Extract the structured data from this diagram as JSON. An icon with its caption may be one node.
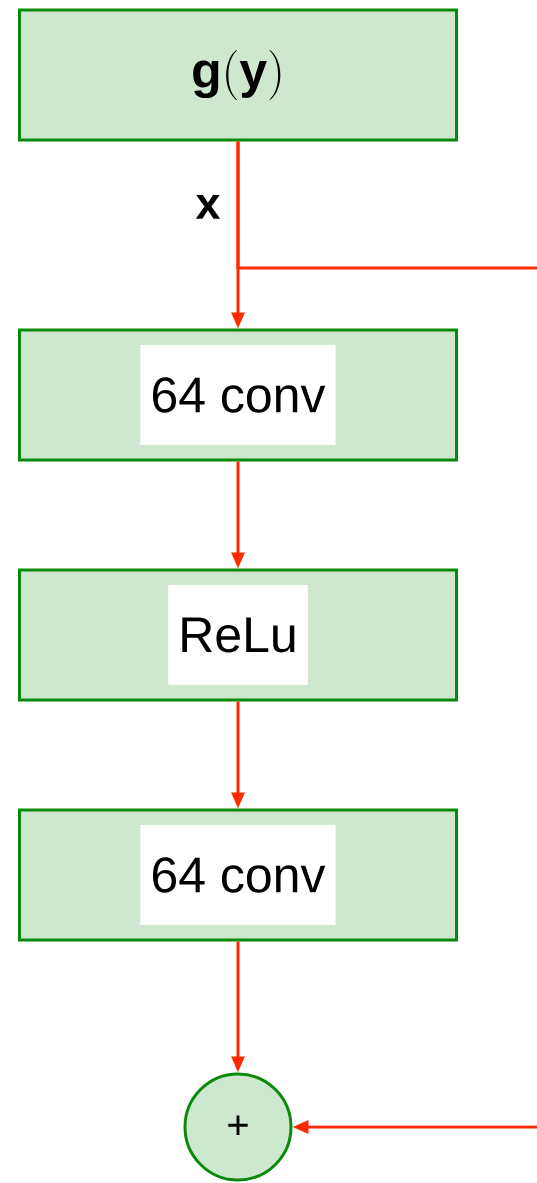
{
  "diagram": {
    "nodes": [
      {
        "text": [
          "\\mathbf{g}(\\mathbf{y})"
        ]
      },
      {
        "text": [
          "64 conv"
        ]
      },
      {
        "text": [
          "ReLu"
        ]
      },
      {
        "text": [
          "64 conv"
        ]
      },
      {
        "text": [
          "+"
        ]
      }
    ],
    "edges": [
      {
        "from": 0,
        "to": 1,
        "arrow": "to",
        "label": "\\mathbf{x}"
      },
      {
        "from": 0,
        "to": null,
        "arrow": "none"
      },
      {
        "from": 1,
        "to": 2,
        "arrow": "to"
      },
      {
        "from": 2,
        "to": 3,
        "arrow": "to"
      },
      {
        "from": 3,
        "to": 4,
        "arrow": "to"
      },
      {
        "from": null,
        "to": 4,
        "arrow": "to"
      }
    ]
  }
}
